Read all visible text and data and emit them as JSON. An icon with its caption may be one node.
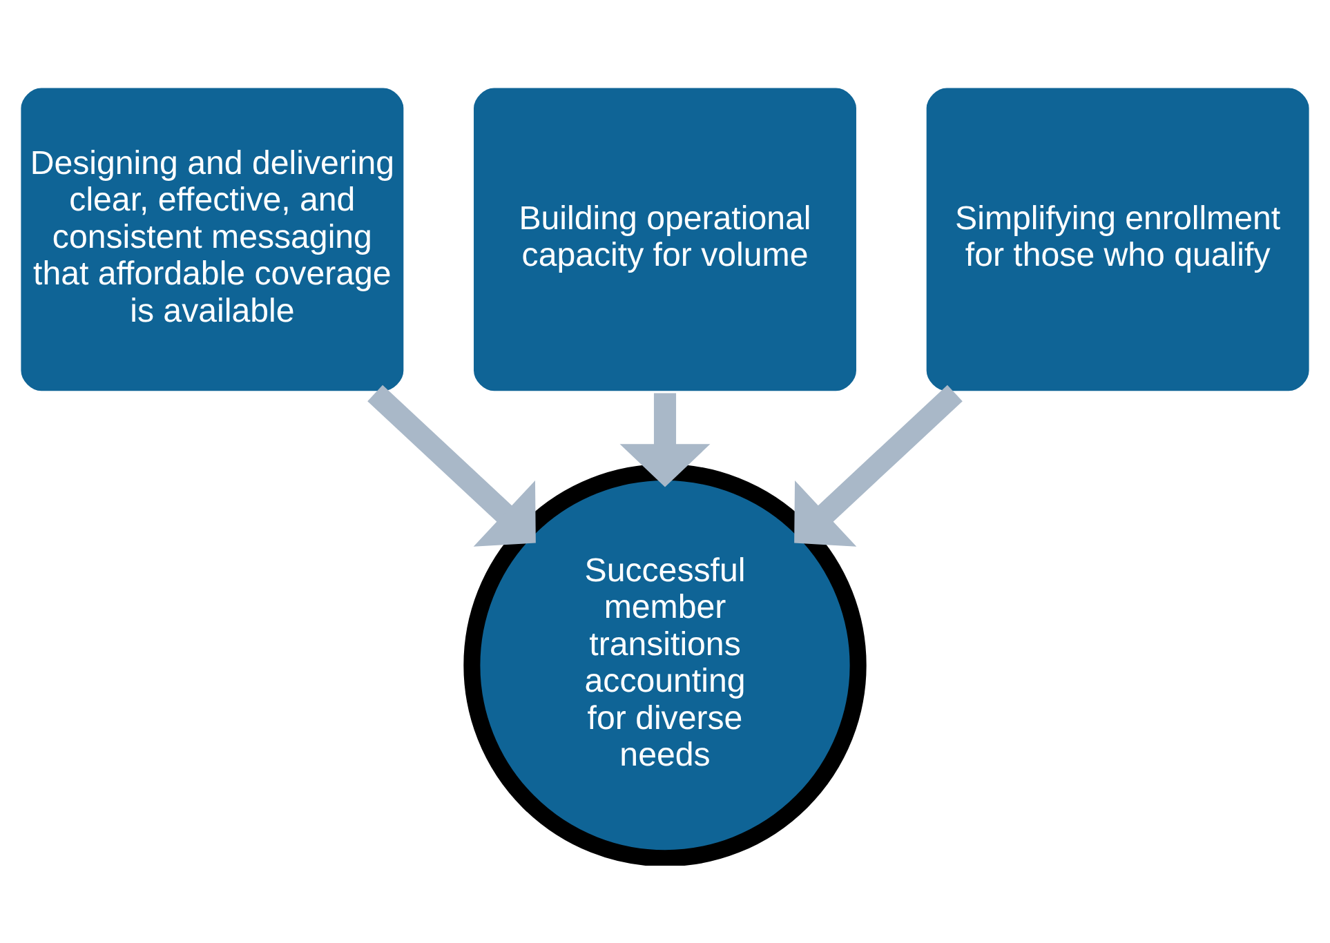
{
  "diagram": {
    "nodes": [
      {
        "text": [
          "Building operational capacity for volume"
        ]
      },
      {
        "text": [
          "Designing and delivering clear, effective, and consistent messaging that affordable coverage is available"
        ]
      },
      {
        "text": [
          "Simplifying enrollment for those who qualify"
        ]
      },
      {
        "text": [
          "Successful member transitions accounting for diverse needs"
        ]
      }
    ],
    "edges": [
      {
        "from": 0,
        "to": 3,
        "arrow": "to"
      },
      {
        "from": 1,
        "to": 3,
        "arrow": "to"
      },
      {
        "from": 2,
        "to": 3,
        "arrow": "to"
      }
    ]
  }
}
